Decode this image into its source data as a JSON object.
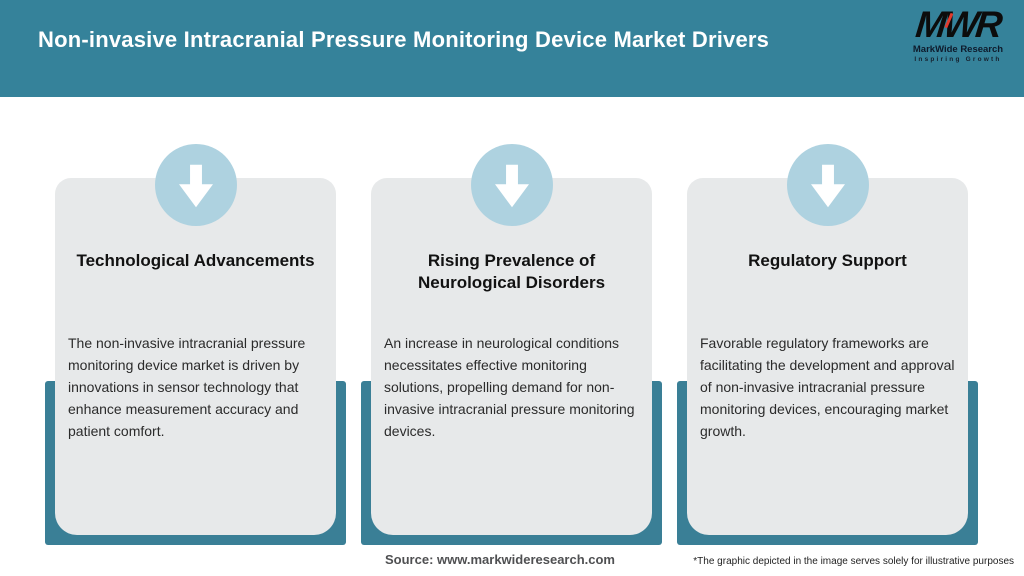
{
  "header": {
    "title": "Non-invasive Intracranial Pressure Monitoring Device Market Drivers"
  },
  "logo": {
    "monogram": "MWR",
    "name": "MarkWide Research",
    "tagline": "Inspiring Growth"
  },
  "cards": [
    {
      "icon": "down-arrow-icon",
      "title": "Technological Advancements",
      "body": "The non-invasive intracranial pressure monitoring device market is driven by innovations in sensor technology that enhance measurement accuracy and patient comfort."
    },
    {
      "icon": "down-arrow-icon",
      "title": "Rising Prevalence of Neurological Disorders",
      "body": "An increase in neurological conditions necessitates effective monitoring solutions, propelling demand for non-invasive intracranial pressure monitoring devices."
    },
    {
      "icon": "down-arrow-icon",
      "title": "Regulatory Support",
      "body": "Favorable regulatory frameworks are facilitating the development and approval of non-invasive intracranial pressure monitoring devices, encouraging market growth."
    }
  ],
  "footer": {
    "source": "Source: www.markwideresearch.com",
    "disclaimer": "*The graphic depicted in the image serves solely for illustrative purposes"
  },
  "colors": {
    "header_teal": "#35829A",
    "backer_teal": "#3A7F96",
    "card_gray": "#E7E9EA",
    "circle_blue": "#AED2E0",
    "logo_accent_red": "#E23B2E"
  }
}
